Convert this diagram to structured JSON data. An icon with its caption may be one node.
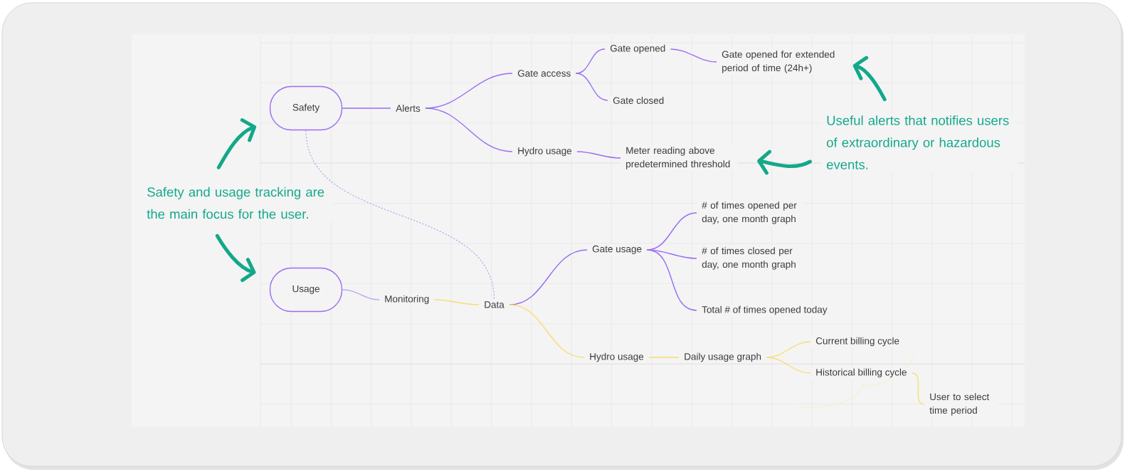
{
  "diagram": {
    "nodes": [
      {
        "text": [
          "Safety"
        ]
      },
      {
        "text": [
          "Alerts"
        ]
      },
      {
        "text": [
          "Gate access"
        ]
      },
      {
        "text": [
          "Gate opened"
        ]
      },
      {
        "text": [
          "Gate opened for extended period of time (24h+)"
        ]
      },
      {
        "text": [
          "Gate closed"
        ]
      },
      {
        "text": [
          "Hydro usage"
        ]
      },
      {
        "text": [
          "Meter reading above predetermined threshold"
        ]
      },
      {
        "text": [
          "Useful alerts that notifies users of extraordinary or hazardous events."
        ]
      },
      {
        "text": [
          "Safety and usage tracking are the main focus for the user."
        ]
      },
      {
        "text": [
          "Usage"
        ]
      },
      {
        "text": [
          "Monitoring"
        ]
      },
      {
        "text": [
          "Data"
        ]
      },
      {
        "text": [
          "Gate usage"
        ]
      },
      {
        "text": [
          "# of times opened per day, one month graph"
        ]
      },
      {
        "text": [
          "# of times closed per day, one month graph"
        ]
      },
      {
        "text": [
          "Total # of times opened today"
        ]
      },
      {
        "text": [
          "Hydro usage"
        ]
      },
      {
        "text": [
          "Daily usage graph"
        ]
      },
      {
        "text": [
          "Current billing cycle"
        ]
      },
      {
        "text": [
          "Historical billing cycle"
        ]
      },
      {
        "text": [
          "User to select time period"
        ]
      }
    ],
    "edges": [
      {
        "from": 0,
        "to": 1,
        "arrow": "none"
      },
      {
        "from": 1,
        "to": 2,
        "arrow": "none"
      },
      {
        "from": 2,
        "to": 3,
        "arrow": "none"
      },
      {
        "from": 2,
        "to": 5,
        "arrow": "none"
      },
      {
        "from": 3,
        "to": 4,
        "arrow": "none"
      },
      {
        "from": 1,
        "to": 6,
        "arrow": "none"
      },
      {
        "from": 6,
        "to": 7,
        "arrow": "none"
      },
      {
        "from": 8,
        "to": 4,
        "arrow": "to",
        "style": "thick",
        "color": "#13a88a"
      },
      {
        "from": 8,
        "to": 7,
        "arrow": "to",
        "style": "thick",
        "color": "#13a88a"
      },
      {
        "from": 9,
        "to": 0,
        "arrow": "to",
        "style": "thick",
        "color": "#13a88a"
      },
      {
        "from": 9,
        "to": 10,
        "arrow": "to",
        "style": "thick",
        "color": "#13a88a"
      },
      {
        "from": 10,
        "to": 11,
        "arrow": "none",
        "color": "#c2a6f6"
      },
      {
        "from": 11,
        "to": 12,
        "arrow": "none",
        "color": "#f5de76"
      },
      {
        "from": 12,
        "to": 13,
        "arrow": "none"
      },
      {
        "from": 13,
        "to": 14,
        "arrow": "none"
      },
      {
        "from": 13,
        "to": 15,
        "arrow": "none"
      },
      {
        "from": 13,
        "to": 16,
        "arrow": "none"
      },
      {
        "from": 12,
        "to": 17,
        "arrow": "none",
        "color": "#f5de76"
      },
      {
        "from": 17,
        "to": 18,
        "arrow": "none",
        "color": "#f5de76"
      },
      {
        "from": 18,
        "to": 19,
        "arrow": "none",
        "color": "#f5de76"
      },
      {
        "from": 18,
        "to": 20,
        "arrow": "none",
        "color": "#f5de76"
      },
      {
        "from": 20,
        "to": 21,
        "arrow": "none",
        "color": "#f5de76"
      },
      {
        "from": 0,
        "to": 12,
        "arrow": "none",
        "style": "dashed",
        "color": "#b89bf3"
      }
    ]
  }
}
